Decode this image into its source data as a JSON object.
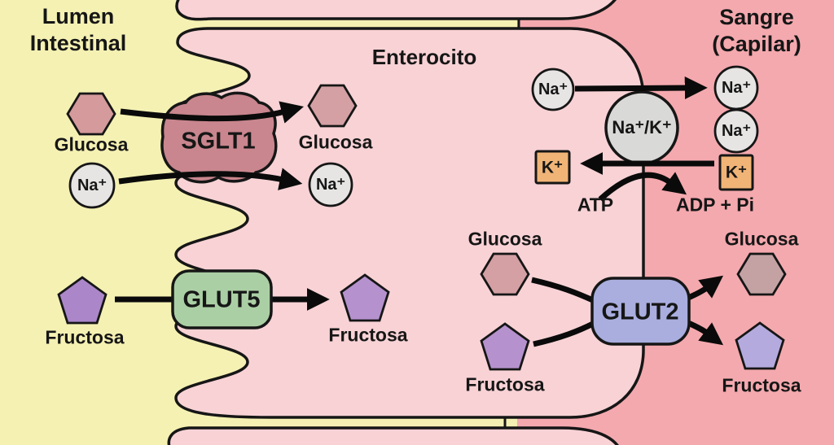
{
  "regions": {
    "lumen": {
      "line1": "Lumen",
      "line2": "Intestinal"
    },
    "cell": {
      "label": "Enterocito"
    },
    "blood": {
      "line1": "Sangre",
      "line2": "(Capilar)"
    }
  },
  "transporters": {
    "sglt1": "SGLT1",
    "glut5": "GLUT5",
    "glut2": "GLUT2",
    "pump": "Na⁺/K⁺"
  },
  "molecules": {
    "glucosa": "Glucosa",
    "fructosa": "Fructosa",
    "sodium": "Na⁺",
    "potassium": "K⁺"
  },
  "energy": {
    "atp": "ATP",
    "adp": "ADP + Pi"
  },
  "colors": {
    "lumen_bg": "#f5f1b3",
    "cell_bg": "#f8d2d5",
    "blood_bg": "#f4a9ae",
    "sglt1_fill": "#c9868e",
    "glut5_fill": "#abcfa4",
    "glut2_fill": "#a9aede",
    "pump_fill": "#d9d9d7",
    "glucose_lumen": "#d59a9c",
    "glucose_cell": "#d4a0a4",
    "glucose_blood": "#c4a2a4",
    "fructose_lumen": "#ab87c9",
    "fructose_cell": "#b592cd",
    "fructose_blood": "#b4aade",
    "sodium_fill": "#e6e5e3",
    "potassium_fill": "#f1b477"
  }
}
